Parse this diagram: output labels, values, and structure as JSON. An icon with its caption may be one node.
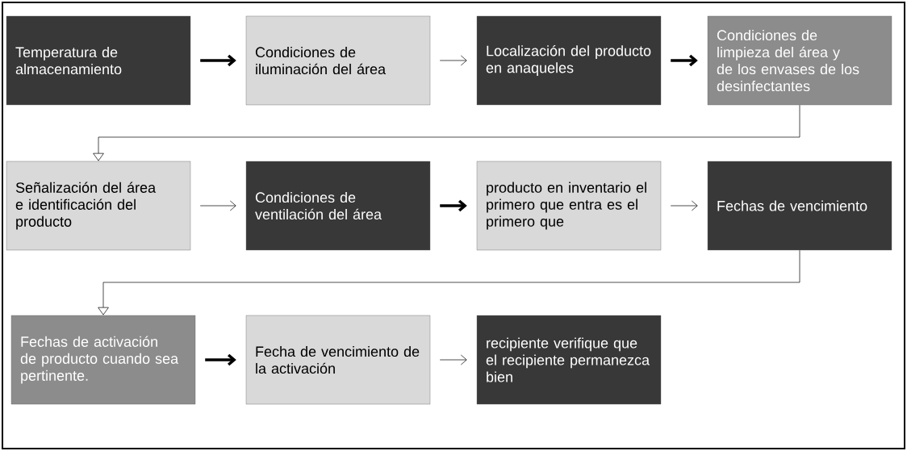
{
  "diagram": {
    "nodes": [
      {
        "text": [
          "Temperatura de almacenamiento"
        ]
      },
      {
        "text": [
          "Condiciones de iluminación del área"
        ]
      },
      {
        "text": [
          "Localización del producto en anaqueles"
        ]
      },
      {
        "text": [
          "Condiciones de limpieza del área y de los envases de los desinfectantes"
        ]
      },
      {
        "text": [
          "Señalización del área e identificación del producto"
        ]
      },
      {
        "text": [
          "Condiciones de ventilación del área"
        ]
      },
      {
        "text": [
          "producto en inventario el primero que entra es el primero que"
        ]
      },
      {
        "text": [
          "Fechas de vencimiento"
        ]
      },
      {
        "text": [
          "Fechas de activación de producto cuando sea pertinente."
        ]
      },
      {
        "text": [
          "Fecha de vencimiento de la activación"
        ]
      },
      {
        "text": [
          "recipiente verifique que el recipiente permanezca bien"
        ]
      }
    ],
    "edges": [
      {
        "from": 0,
        "to": 1,
        "arrow": "to",
        "style": "thick"
      },
      {
        "from": 1,
        "to": 2,
        "arrow": "to"
      },
      {
        "from": 2,
        "to": 3,
        "arrow": "to",
        "style": "thick"
      },
      {
        "from": 3,
        "to": 4,
        "arrow": "to"
      },
      {
        "from": 4,
        "to": 5,
        "arrow": "to"
      },
      {
        "from": 5,
        "to": 6,
        "arrow": "to",
        "style": "thick"
      },
      {
        "from": 6,
        "to": 7,
        "arrow": "to"
      },
      {
        "from": 7,
        "to": 8,
        "arrow": "to"
      },
      {
        "from": 8,
        "to": 9,
        "arrow": "to",
        "style": "thick"
      },
      {
        "from": 9,
        "to": 10,
        "arrow": "to"
      }
    ]
  }
}
